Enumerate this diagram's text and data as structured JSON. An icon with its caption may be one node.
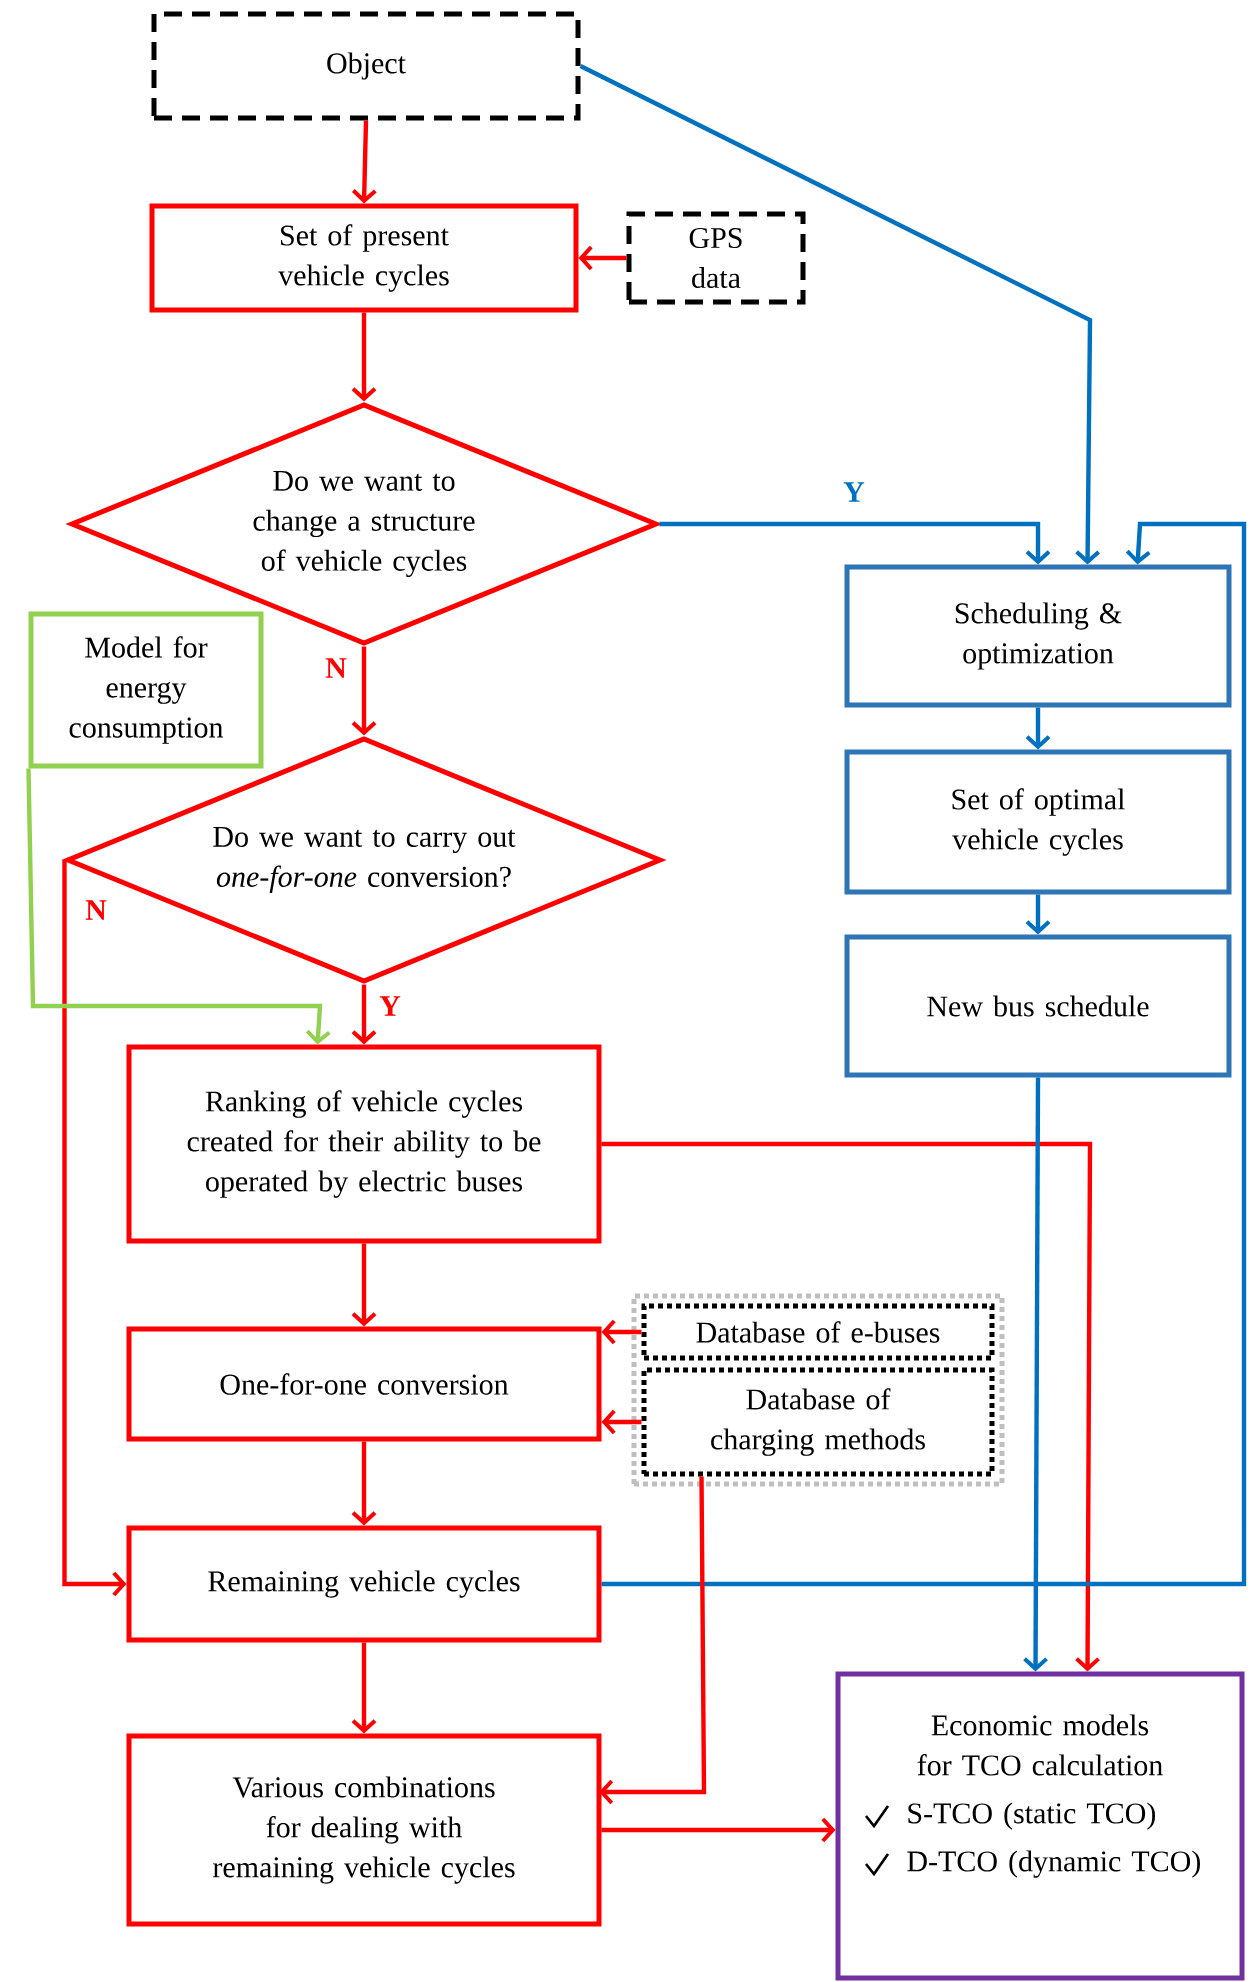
{
  "diagram": {
    "nodes": [
      {
        "text": [
          "Object"
        ]
      },
      {
        "text": [
          "Set of present vehicle cycles"
        ]
      },
      {
        "text": [
          "GPS data"
        ]
      },
      {
        "text": [
          "Do we want to change a structure of vehicle cycles"
        ]
      },
      {
        "text": [
          "Model for energy consumption"
        ]
      },
      {
        "text": [
          "Do we want to carry out *one-for-one* conversion?"
        ]
      },
      {
        "text": [
          "Ranking of vehicle cycles created for their ability to be operated by electric buses"
        ]
      },
      {
        "text": [
          "One-for-one conversion"
        ]
      },
      {
        "text": [
          "Remaining vehicle cycles"
        ]
      },
      {
        "text": [
          "Various combinations for dealing with remaining vehicle cycles"
        ]
      },
      {
        "text": [
          "Scheduling & optimization"
        ]
      },
      {
        "text": [
          "Set of optimal vehicle cycles"
        ]
      },
      {
        "text": [
          "New bus schedule"
        ]
      },
      {
        "text": [],
        "shape": "box"
      },
      {
        "text": [
          "Database of e-buses"
        ],
        "in": 13
      },
      {
        "text": [
          "Database of charging methods"
        ],
        "in": 13
      },
      {
        "text": [
          "Economic models for TCO calculation",
          "S-TCO (static TCO)",
          "D-TCO (dynamic TCO)"
        ]
      }
    ],
    "edges": [
      {
        "from": 0,
        "to": 1,
        "arrow": "to"
      },
      {
        "from": 0,
        "to": 10,
        "arrow": "to",
        "color": "#0070c0"
      },
      {
        "from": 2,
        "to": 1,
        "arrow": "to"
      },
      {
        "from": 1,
        "to": 3,
        "arrow": "to"
      },
      {
        "from": 3,
        "to": 10,
        "arrow": "to",
        "label": "Y",
        "color": "#0070c0"
      },
      {
        "from": 3,
        "to": 5,
        "arrow": "to",
        "label": "N"
      },
      {
        "from": 5,
        "to": 6,
        "arrow": "to",
        "label": "Y"
      },
      {
        "from": 5,
        "to": 8,
        "arrow": "to",
        "label": "N"
      },
      {
        "from": 4,
        "to": 6,
        "arrow": "to",
        "color": "#92d050"
      },
      {
        "from": 6,
        "to": 7,
        "arrow": "to"
      },
      {
        "from": 6,
        "to": 16,
        "arrow": "to"
      },
      {
        "from": 7,
        "to": 8,
        "arrow": "to"
      },
      {
        "from": 8,
        "to": 9,
        "arrow": "to"
      },
      {
        "from": 8,
        "to": 10,
        "arrow": "to",
        "color": "#0070c0"
      },
      {
        "from": 10,
        "to": 11,
        "arrow": "to",
        "color": "#0070c0"
      },
      {
        "from": 11,
        "to": 12,
        "arrow": "to",
        "color": "#0070c0"
      },
      {
        "from": 12,
        "to": 16,
        "arrow": "to",
        "color": "#0070c0"
      },
      {
        "from": 14,
        "to": 7,
        "arrow": "to"
      },
      {
        "from": 15,
        "to": 7,
        "arrow": "to"
      },
      {
        "from": 15,
        "to": 9,
        "arrow": "to"
      },
      {
        "from": 9,
        "to": 16,
        "arrow": "to"
      }
    ]
  }
}
